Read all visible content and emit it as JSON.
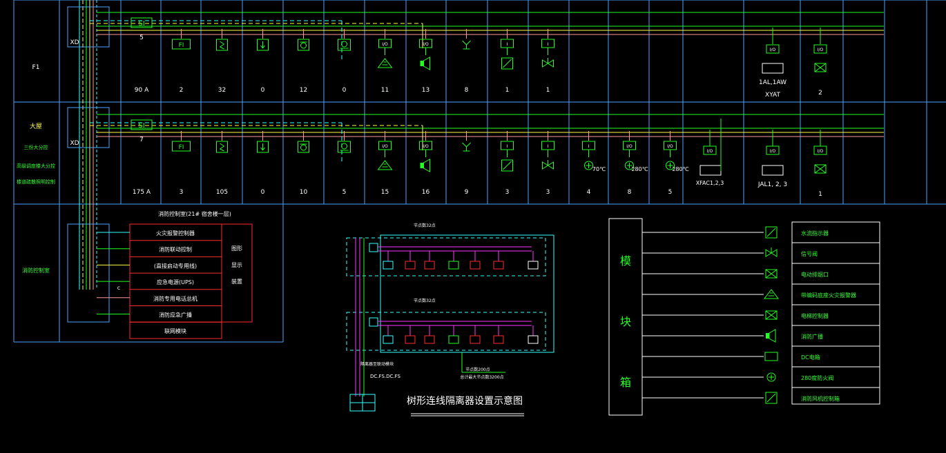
{
  "colors": {
    "background": "#000000",
    "grid": "#4aa3ff",
    "device": "#22ff22",
    "text": "#ffffff",
    "label_cn": "#33ff33",
    "red": "#ff2a2a",
    "yellow": "#ffff44",
    "magenta": "#ff33ff",
    "cyan": "#33ffff",
    "pink": "#ff9999"
  },
  "rows": [
    {
      "id": "f1",
      "labels": [
        "F1"
      ]
    },
    {
      "id": "roof",
      "labels": [
        "大屋",
        "三份大分控",
        "高级调度楼大分控",
        "楼道疏散照明控制"
      ]
    },
    {
      "id": "control",
      "labels": [
        "消防控制室"
      ]
    }
  ],
  "xd_label": "XD",
  "si_label": "SI",
  "row1": {
    "si_qty": "5",
    "columns": [
      {
        "icon": "fi",
        "tag": "FI",
        "count": "2"
      },
      {
        "icon": "smoke",
        "tag": "",
        "count": "32"
      },
      {
        "icon": "heat",
        "tag": "",
        "count": "0"
      },
      {
        "icon": "manual",
        "tag": "",
        "count": "12"
      },
      {
        "icon": "phone",
        "tag": "",
        "count": "0"
      },
      {
        "icon": "alarm",
        "tag": "I/O",
        "count": "11"
      },
      {
        "icon": "speaker",
        "tag": "I/O",
        "count": "13"
      },
      {
        "icon": "hydrant",
        "tag": "",
        "count": "8"
      },
      {
        "icon": "flow",
        "tag": "I",
        "count": "1"
      },
      {
        "icon": "valve",
        "tag": "I",
        "count": "1"
      }
    ],
    "current": "90 A",
    "right_devices": [
      {
        "tag": "I/O",
        "label": "1AL,1AW",
        "sub": "XYAT"
      },
      {
        "tag": "I/O",
        "label": "",
        "sub": "",
        "count": "2"
      }
    ]
  },
  "row2": {
    "si_qty": "7",
    "columns": [
      {
        "icon": "fi",
        "tag": "FI",
        "count": "3"
      },
      {
        "icon": "smoke",
        "tag": "",
        "count": "105"
      },
      {
        "icon": "heat",
        "tag": "",
        "count": "0"
      },
      {
        "icon": "manual",
        "tag": "",
        "count": "10"
      },
      {
        "icon": "phone",
        "tag": "",
        "count": "5"
      },
      {
        "icon": "alarm",
        "tag": "I/O",
        "count": "15"
      },
      {
        "icon": "speaker",
        "tag": "I/O",
        "count": "16"
      },
      {
        "icon": "hydrant",
        "tag": "",
        "count": "9"
      },
      {
        "icon": "flow",
        "tag": "I",
        "count": "3"
      },
      {
        "icon": "valve",
        "tag": "I",
        "count": "3"
      },
      {
        "icon": "damper",
        "tag": "I",
        "count": "4",
        "temp": "70℃"
      },
      {
        "icon": "damper",
        "tag": "I/O",
        "count": "8",
        "temp": "280℃"
      },
      {
        "icon": "damper",
        "tag": "I/O",
        "count": "5",
        "temp": "280℃"
      }
    ],
    "current": "175 A",
    "fan_tag": "I/O",
    "fan_label": "XFAC1,2,3",
    "right_devices": [
      {
        "tag": "I/O",
        "label": "JAL1, 2, 3"
      },
      {
        "tag": "I/O",
        "count": "1"
      }
    ]
  },
  "control_room": {
    "title": "消防控制室(21# 宿舍楼一层)",
    "items": [
      "火灾报警控制器",
      "消防联动控制",
      "(直接启动专用线)",
      "应急电源(UPS)",
      "消防专用电话总机",
      "消防应急广播",
      "联网模块"
    ],
    "side": [
      "图形",
      "显示",
      "装置"
    ],
    "c_mark": "c"
  },
  "isolator": {
    "title": "树形连线隔离器设置示意图",
    "note1": "节点数32点",
    "note2": "节点数32点",
    "note3": "节点数200点",
    "note4": "总计最大节点数3200点",
    "note5": "隔离器至联动模块",
    "note6": "DC.FS.DC.FS"
  },
  "module_box": {
    "chars": [
      "模",
      "块",
      "箱"
    ],
    "legend": [
      "水流指示器",
      "信号阀",
      "电动排烟口",
      "带编码底座火灾报警器",
      "电梯控制器",
      "消防广播",
      "DC电箱",
      "280度防火阀",
      "消防风机控制箱"
    ]
  }
}
